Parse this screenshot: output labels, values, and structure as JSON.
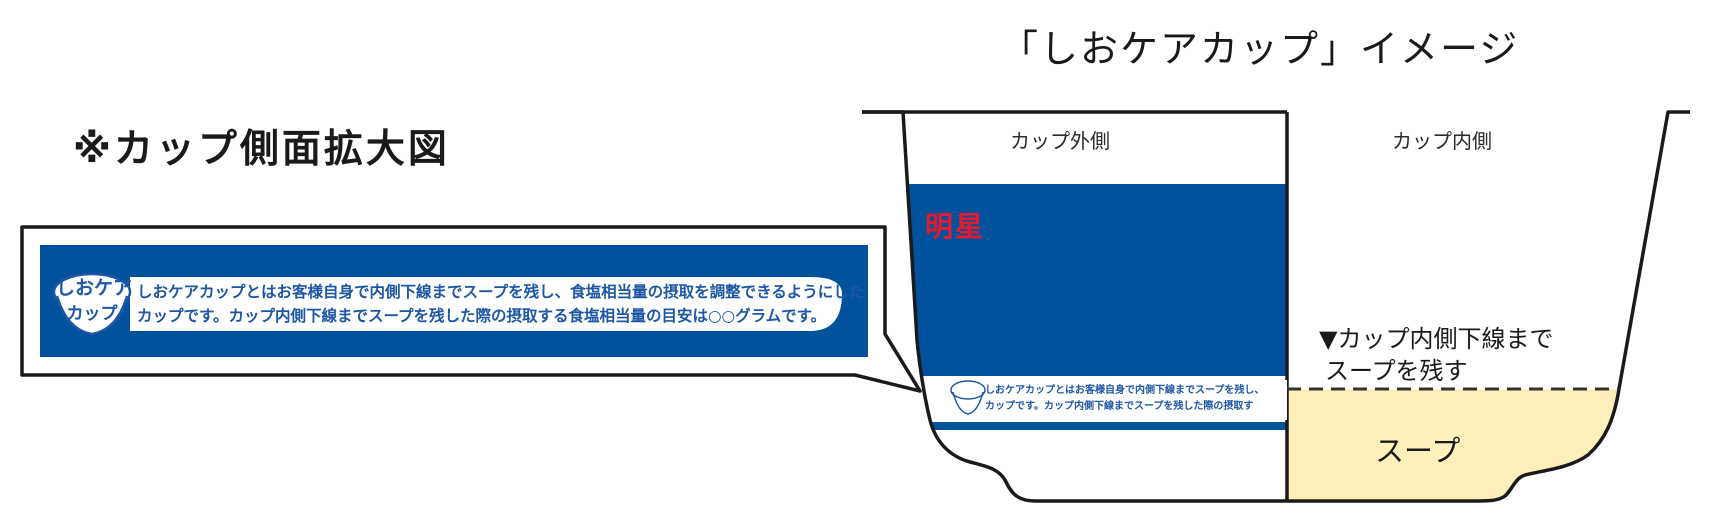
{
  "titles": {
    "image_title": "「しおケアカップ」イメージ",
    "zoom_title": "※カップ側面拡大図"
  },
  "callout": {
    "logo_line1": "しおケア",
    "logo_line2": "カップ",
    "text_line1": "しおケアカップとはお客様自身で内側下線までスープを残し、食塩相当量の摂取を調整できるようにした",
    "text_line2": "カップです。カップ内側下線までスープを残した際の摂取する食塩相当量の目安は○○グラムです。"
  },
  "cup": {
    "outer_label": "カップ外側",
    "inner_label": "カップ内側",
    "brand_text": "明星",
    "band_text_line1": "しおケアカップとはお客様自身で内側下線までスープを残し、",
    "band_text_line2": "カップです。カップ内側下線までスープを残した際の摂取す",
    "line_note_line1": "▼カップ内側下線まで",
    "line_note_line2": "スープを残す",
    "soup_label": "スープ"
  },
  "colors": {
    "band_blue": "#00529c",
    "brand_red": "#e8192c",
    "soup_fill": "#fff0bb",
    "outline": "#1a1a1a"
  }
}
